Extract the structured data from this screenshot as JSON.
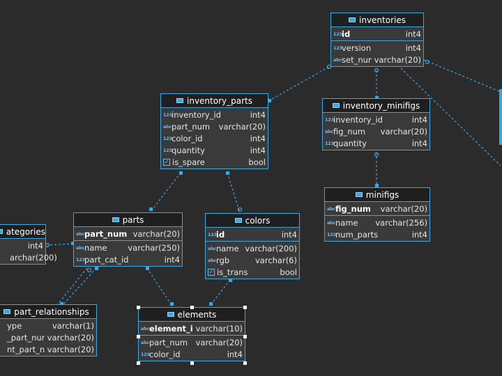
{
  "colors": {
    "accent": "#3fa7e0",
    "background": "#2b2b2b",
    "header": "#1f1f1f",
    "body": "#3a3a3a"
  },
  "icons": {
    "table": "table-icon",
    "numeric": "numeric-type-icon",
    "text": "text-type-icon",
    "bool": "checkbox-type-icon"
  },
  "tables": {
    "inventories": {
      "title": "inventories",
      "pk": [
        {
          "icon": "123",
          "name": "id",
          "type": "int4"
        }
      ],
      "cols": [
        {
          "icon": "123",
          "name": "version",
          "type": "int4"
        },
        {
          "icon": "abc",
          "name": "set_num",
          "type": "varchar(20)"
        }
      ]
    },
    "inventory_parts": {
      "title": "inventory_parts",
      "pk": [],
      "cols": [
        {
          "icon": "123",
          "name": "inventory_id",
          "type": "int4"
        },
        {
          "icon": "abc",
          "name": "part_num",
          "type": "varchar(20)"
        },
        {
          "icon": "123",
          "name": "color_id",
          "type": "int4"
        },
        {
          "icon": "123",
          "name": "quantity",
          "type": "int4"
        },
        {
          "icon": "chk",
          "name": "is_spare",
          "type": "bool"
        }
      ]
    },
    "inventory_minifigs": {
      "title": "inventory_minifigs",
      "pk": [],
      "cols": [
        {
          "icon": "123",
          "name": "inventory_id",
          "type": "int4"
        },
        {
          "icon": "abc",
          "name": "fig_num",
          "type": "varchar(20)"
        },
        {
          "icon": "123",
          "name": "quantity",
          "type": "int4"
        }
      ]
    },
    "minifigs": {
      "title": "minifigs",
      "pk": [
        {
          "icon": "abc",
          "name": "fig_num",
          "type": "varchar(20)"
        }
      ],
      "cols": [
        {
          "icon": "abc",
          "name": "name",
          "type": "varchar(256)"
        },
        {
          "icon": "123",
          "name": "num_parts",
          "type": "int4"
        }
      ]
    },
    "parts": {
      "title": "parts",
      "pk": [
        {
          "icon": "abc",
          "name": "part_num",
          "type": "varchar(20)"
        }
      ],
      "cols": [
        {
          "icon": "abc",
          "name": "name",
          "type": "varchar(250)"
        },
        {
          "icon": "123",
          "name": "part_cat_id",
          "type": "int4"
        }
      ]
    },
    "colors": {
      "title": "colors",
      "pk": [
        {
          "icon": "123",
          "name": "id",
          "type": "int4"
        }
      ],
      "cols": [
        {
          "icon": "abc",
          "name": "name",
          "type": "varchar(200)"
        },
        {
          "icon": "abc",
          "name": "rgb",
          "type": "varchar(6)"
        },
        {
          "icon": "chk",
          "name": "is_trans",
          "type": "bool"
        }
      ]
    },
    "categories": {
      "title": "ategories",
      "pk": [],
      "cols": [
        {
          "icon": "",
          "name": "",
          "type": "int4"
        },
        {
          "icon": "",
          "name": "",
          "type": "archar(200)"
        }
      ]
    },
    "part_relationships": {
      "title": "part_relationships",
      "pk": [],
      "cols": [
        {
          "icon": "",
          "name": "ype",
          "type": "varchar(1)"
        },
        {
          "icon": "",
          "name": "_part_num",
          "type": "varchar(20)"
        },
        {
          "icon": "",
          "name": "nt_part_num",
          "type": "varchar(20)"
        }
      ]
    },
    "elements": {
      "title": "elements",
      "pk": [
        {
          "icon": "abc",
          "name": "element_id",
          "type": "varchar(10)"
        }
      ],
      "cols": [
        {
          "icon": "abc",
          "name": "part_num",
          "type": "varchar(20)"
        },
        {
          "icon": "123",
          "name": "color_id",
          "type": "int4"
        }
      ]
    }
  }
}
